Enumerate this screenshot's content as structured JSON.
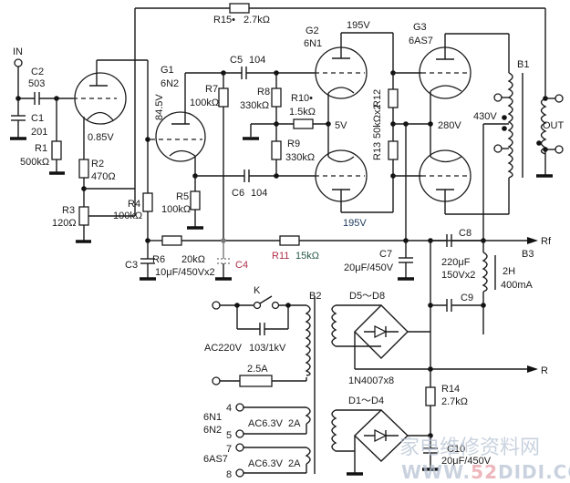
{
  "diagram": {
    "type": "tube amplifier schematic",
    "input": {
      "label": "IN"
    },
    "output": {
      "label": "OUT"
    },
    "tubes": [
      {
        "ref": "G1",
        "type": "6N2",
        "voltages": {
          "cathode": "0.85V",
          "plate": "84.5V"
        }
      },
      {
        "ref": "G2",
        "type": "6N1",
        "voltages": {
          "plate_top": "195V",
          "plate_bottom": "195V",
          "cathode": "5V"
        }
      },
      {
        "ref": "G3",
        "type": "6AS7",
        "voltages": {
          "cathode": "280V",
          "plate": "430V"
        }
      }
    ],
    "resistors": [
      {
        "ref": "R1",
        "value": "500kΩ"
      },
      {
        "ref": "R2",
        "value": "470Ω"
      },
      {
        "ref": "R3",
        "value": "120Ω"
      },
      {
        "ref": "R4",
        "value": "100kΩ"
      },
      {
        "ref": "R5",
        "value": "100kΩ"
      },
      {
        "ref": "R6",
        "value": "20kΩ"
      },
      {
        "ref": "R7",
        "value": "100kΩ"
      },
      {
        "ref": "R8",
        "value": "330kΩ"
      },
      {
        "ref": "R9",
        "value": "330kΩ"
      },
      {
        "ref": "R10•",
        "value": "1.5kΩ"
      },
      {
        "ref": "R11",
        "value": "15kΩ"
      },
      {
        "ref": "R12",
        "value": ""
      },
      {
        "ref": "R13",
        "value": "50kΩx2"
      },
      {
        "ref": "R14",
        "value": "2.7kΩ"
      },
      {
        "ref": "R15•",
        "value": "2.7kΩ"
      }
    ],
    "capacitors": [
      {
        "ref": "C1",
        "value": "201"
      },
      {
        "ref": "C2",
        "value": "503"
      },
      {
        "ref": "C3",
        "value": "10μF/450Vx2"
      },
      {
        "ref": "C4",
        "value": ""
      },
      {
        "ref": "C5",
        "value": "104"
      },
      {
        "ref": "C6",
        "value": "104"
      },
      {
        "ref": "C7",
        "value": "20μF/450V"
      },
      {
        "ref": "C8",
        "value": "220μF"
      },
      {
        "ref": "C9",
        "value": "150Vx2"
      },
      {
        "ref": "C10",
        "value": "20μF/450V"
      }
    ],
    "transformers": [
      {
        "ref": "B1"
      },
      {
        "ref": "B2"
      },
      {
        "ref": "B3",
        "value": "2H",
        "current": "400mA"
      }
    ],
    "power": {
      "mains": "AC220V",
      "switch": "K",
      "switch_cap": "103/1kV",
      "fuse": "2.5A",
      "bridge_hv": "D5～D8",
      "bridge_lv": "D1～D4",
      "diodes": "1N4007x8",
      "heater_windings": [
        {
          "tubes": [
            "6N1",
            "6N2"
          ],
          "pins": [
            "4",
            "5"
          ],
          "spec": "AC6.3V  2A"
        },
        {
          "tubes": [
            "6AS7"
          ],
          "pins": [
            "7",
            "8"
          ],
          "spec": "AC6.3V  2A"
        }
      ],
      "rails": [
        "Rf",
        "R"
      ]
    },
    "watermark": {
      "cn": "家电维修资料网",
      "url_pre": "WWW.",
      "url_mid": "52",
      "url_post": "DIDI.COM"
    }
  }
}
